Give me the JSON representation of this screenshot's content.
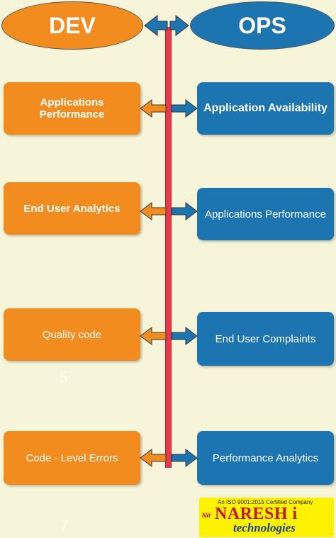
{
  "header": {
    "dev_label": "DEV",
    "ops_label": "OPS"
  },
  "rows": [
    {
      "dev": "Applications Performance",
      "ops": "Application Availability"
    },
    {
      "dev": "End User Analytics",
      "ops": "Applications Performance"
    },
    {
      "dev": "Quality code",
      "ops": "End User Complaints"
    },
    {
      "dev": "Code - Level Errors",
      "ops": "Performance Analytics"
    }
  ],
  "ghost_numbers": [
    "5",
    "7"
  ],
  "logo": {
    "tagline": "An ISO 9001:2015 Certified Company",
    "prefix": "Nit",
    "name": "NARESH i",
    "subtitle": "technologies"
  },
  "colors": {
    "dev": "#f28c1e",
    "ops": "#1c75b0",
    "spine": "#e83a4a",
    "background": "#f7f5d9"
  }
}
